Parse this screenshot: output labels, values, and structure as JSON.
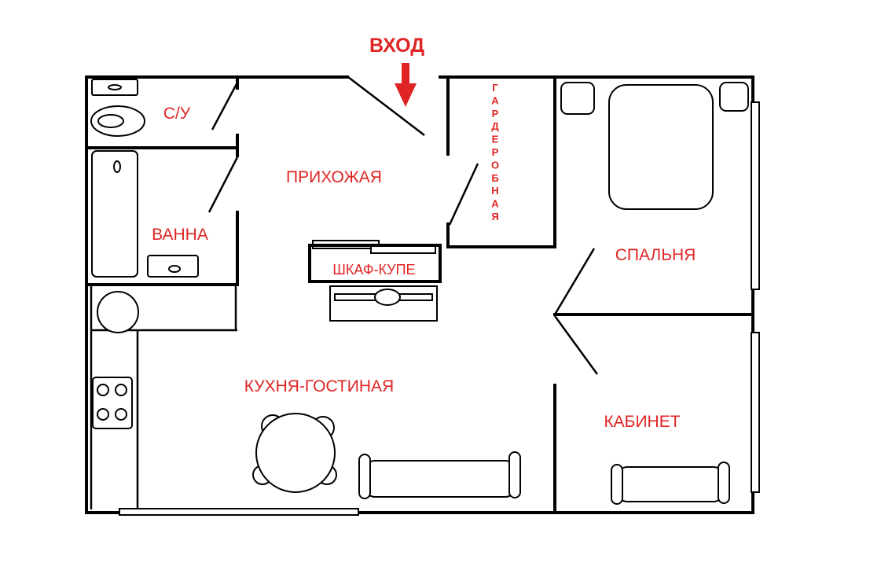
{
  "labels": {
    "entry": "ВХОД",
    "bathroom_wc": "С/У",
    "hallway": "ПРИХОЖАЯ",
    "wardrobe": "ГАРДЕРОБНАЯ",
    "bath": "ВАННА",
    "closet": "ШКАФ-КУПЕ",
    "bedroom": "СПАЛЬНЯ",
    "kitchen_living": "КУХНЯ-ГОСТИНАЯ",
    "study": "КАБИНЕТ"
  },
  "colors": {
    "label": "#e02424",
    "wall": "#000000",
    "background": "#ffffff"
  }
}
